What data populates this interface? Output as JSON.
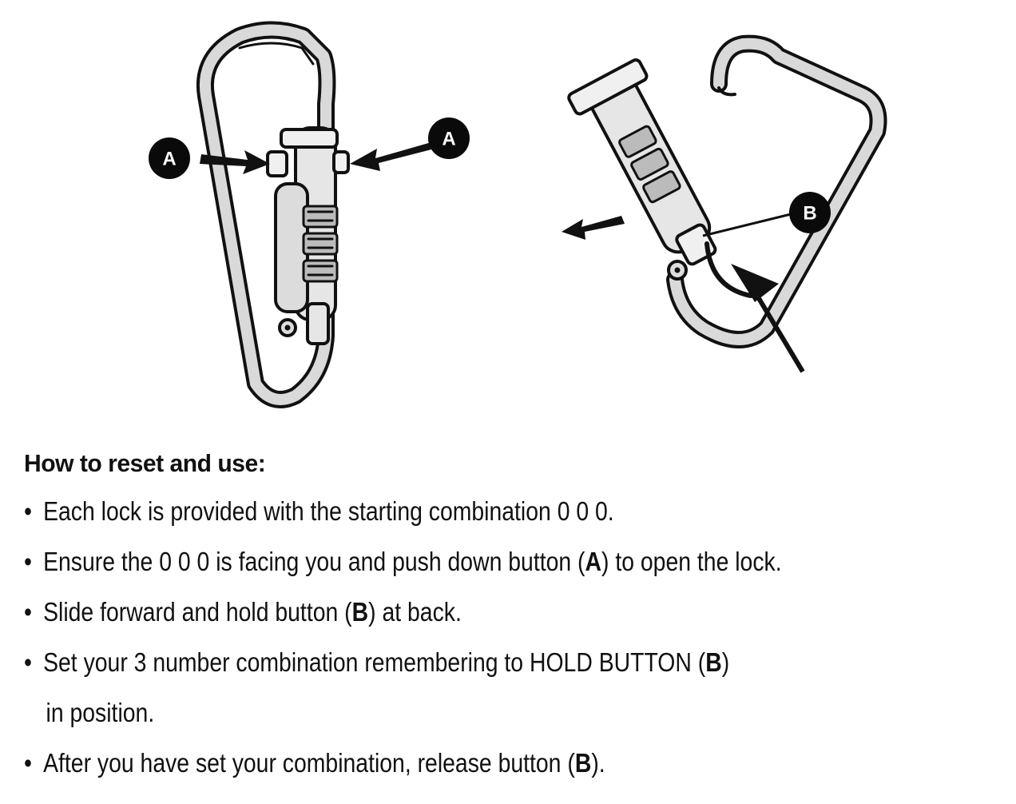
{
  "callouts": {
    "a_left": "A",
    "a_right": "A",
    "b": "B"
  },
  "colors": {
    "ink": "#111111",
    "badge": "#0a0a0a",
    "metal": "#d9d9d9"
  },
  "instructions": {
    "heading": "How to reset and use:",
    "bullet": "•",
    "steps": [
      {
        "pre": "Each lock is provided with the starting combination 0 0 0.",
        "btn": "",
        "post": ""
      },
      {
        "pre": "Ensure the 0 0 0 is facing you and push down button (",
        "btn": "A",
        "post": ") to open the lock."
      },
      {
        "pre": "Slide forward and hold button (",
        "btn": "B",
        "post": ") at back."
      },
      {
        "pre": "Set your 3 number combination remembering to HOLD BUTTON (",
        "btn": "B",
        "post": ")"
      },
      {
        "pre": "in position.",
        "btn": "",
        "post": ""
      },
      {
        "pre": "After you have set your combination, release  button (",
        "btn": "B",
        "post": ")."
      }
    ]
  }
}
